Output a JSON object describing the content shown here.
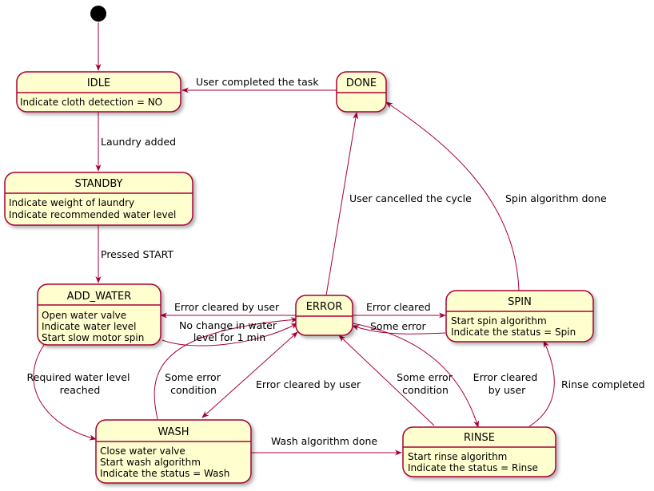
{
  "colors": {
    "state_fill": "#FEFECE",
    "state_border": "#A80036",
    "edge": "#A80036",
    "start_node": "#000000"
  },
  "states": {
    "idle": {
      "title": "IDLE",
      "lines": [
        "Indicate cloth detection = NO"
      ]
    },
    "done": {
      "title": "DONE",
      "lines": []
    },
    "standby": {
      "title": "STANDBY",
      "lines": [
        "Indicate weight of laundry",
        "Indicate recommended water level"
      ]
    },
    "add_water": {
      "title": "ADD_WATER",
      "lines": [
        "Open water valve",
        "Indicate water level",
        "Start slow motor spin"
      ]
    },
    "error": {
      "title": "ERROR",
      "lines": []
    },
    "spin": {
      "title": "SPIN",
      "lines": [
        "Start spin algorithm",
        "Indicate the status = Spin"
      ]
    },
    "wash": {
      "title": "WASH",
      "lines": [
        "Close water valve",
        "Start wash algorithm",
        "Indicate the status = Wash"
      ]
    },
    "rinse": {
      "title": "RINSE",
      "lines": [
        "Start rinse algorithm",
        "Indicate the status = Rinse"
      ]
    }
  },
  "transitions": {
    "done_idle": [
      "User completed the task"
    ],
    "idle_standby": [
      "Laundry added"
    ],
    "standby_addwater": [
      "Pressed START"
    ],
    "error_addwater": [
      "Error cleared by user"
    ],
    "addwater_error": [
      "No change in water",
      "level for 1 min"
    ],
    "addwater_wash": [
      "Required water level",
      "reached"
    ],
    "wash_error": [
      "Some error",
      "condition"
    ],
    "error_wash": [
      "Error cleared by user"
    ],
    "wash_rinse": [
      "Wash algorithm done"
    ],
    "rinse_error": [
      "Some error",
      "condition"
    ],
    "error_rinse": [
      "Error cleared",
      "by user"
    ],
    "rinse_spin": [
      "Rinse completed"
    ],
    "error_spin": [
      "Error cleared"
    ],
    "spin_error": [
      "Some error"
    ],
    "error_done": [
      "User cancelled the cycle"
    ],
    "spin_done": [
      "Spin algorithm done"
    ]
  }
}
